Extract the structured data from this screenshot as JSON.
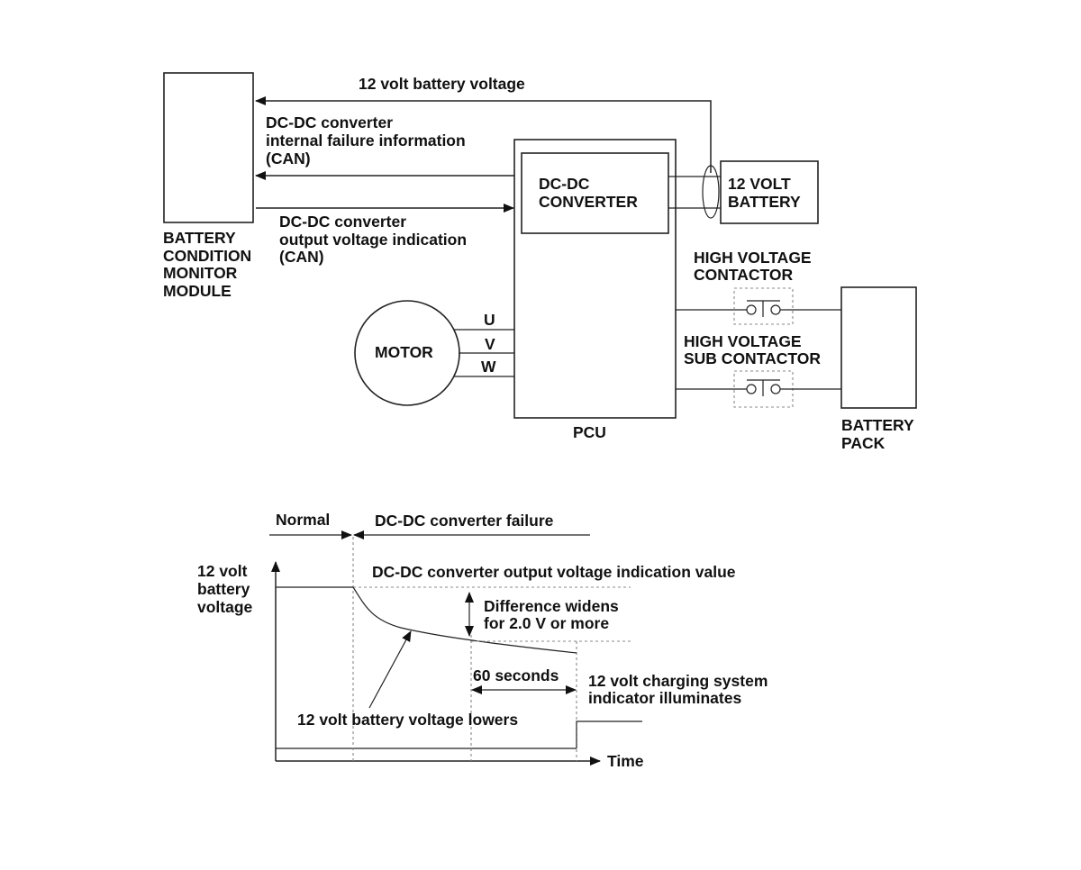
{
  "diagram": {
    "battery_voltage_signal": "12 volt battery voltage",
    "failure_info": [
      "DC-DC converter",
      "internal failure information",
      "(CAN)"
    ],
    "output_indication": [
      "DC-DC converter",
      "output voltage indication",
      "(CAN)"
    ],
    "bcm_module": [
      "BATTERY",
      "CONDITION",
      "MONITOR",
      "MODULE"
    ],
    "dcdc_converter": [
      "DC-DC",
      "CONVERTER"
    ],
    "battery_12v": [
      "12 VOLT",
      "BATTERY"
    ],
    "hv_contactor": [
      "HIGH VOLTAGE",
      "CONTACTOR"
    ],
    "hv_sub_contactor": [
      "HIGH VOLTAGE",
      "SUB CONTACTOR"
    ],
    "motor": "MOTOR",
    "phases": [
      "U",
      "V",
      "W"
    ],
    "pcu": "PCU",
    "battery_pack": [
      "BATTERY",
      "PACK"
    ]
  },
  "timing": {
    "normal": "Normal",
    "failure": "DC-DC converter failure",
    "y_axis_label": [
      "12 volt",
      "battery",
      "voltage"
    ],
    "indication_value": "DC-DC converter output voltage indication value",
    "difference": [
      "Difference widens",
      "for 2.0 V or more"
    ],
    "duration": "60 seconds",
    "indicator": [
      "12 volt charging system",
      "indicator illuminates"
    ],
    "voltage_lowers": "12 volt battery voltage lowers",
    "x_axis_label": "Time"
  }
}
